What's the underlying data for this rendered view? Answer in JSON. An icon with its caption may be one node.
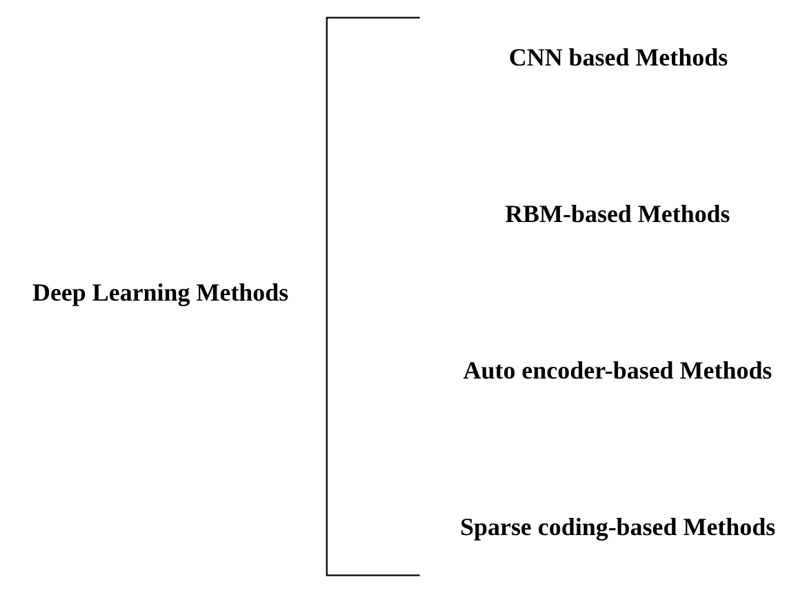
{
  "diagram": {
    "labels": [
      "Deep Learning Methods",
      "CNN based Methods",
      "RBM-based Methods",
      "Auto encoder-based Methods",
      "Sparse coding-based Methods"
    ]
  }
}
